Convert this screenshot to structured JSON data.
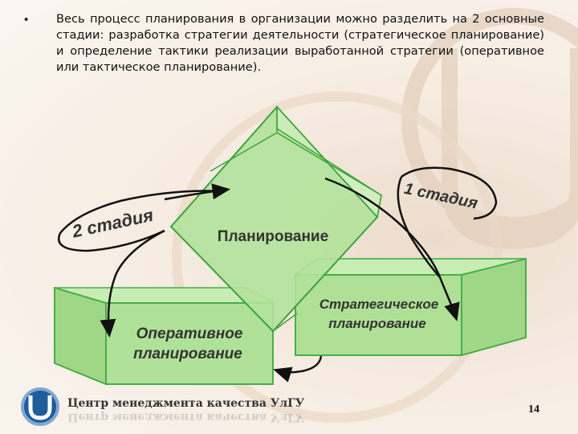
{
  "bullet": {
    "text": "Весь процесс планирования в организации можно разделить на 2 основные стадии: разработка стратегии деятельности (стратегическое планирование) и определение тактики реализации выработанной стратегии (оперативное или тактическое планирование)."
  },
  "diagram": {
    "center_label": "Планирование",
    "right_box_label": [
      "Стратегическое",
      "планирование"
    ],
    "left_box_label": [
      "Оперативное",
      "планирование"
    ],
    "stage_1_label": "1 стадия",
    "stage_2_label": "2 стадия",
    "fill_color": "#a9dc8e",
    "edge_color": "#3ca33c"
  },
  "footer": {
    "org_name": "Центр менеджмента качества УлГУ",
    "page_number": "14"
  }
}
